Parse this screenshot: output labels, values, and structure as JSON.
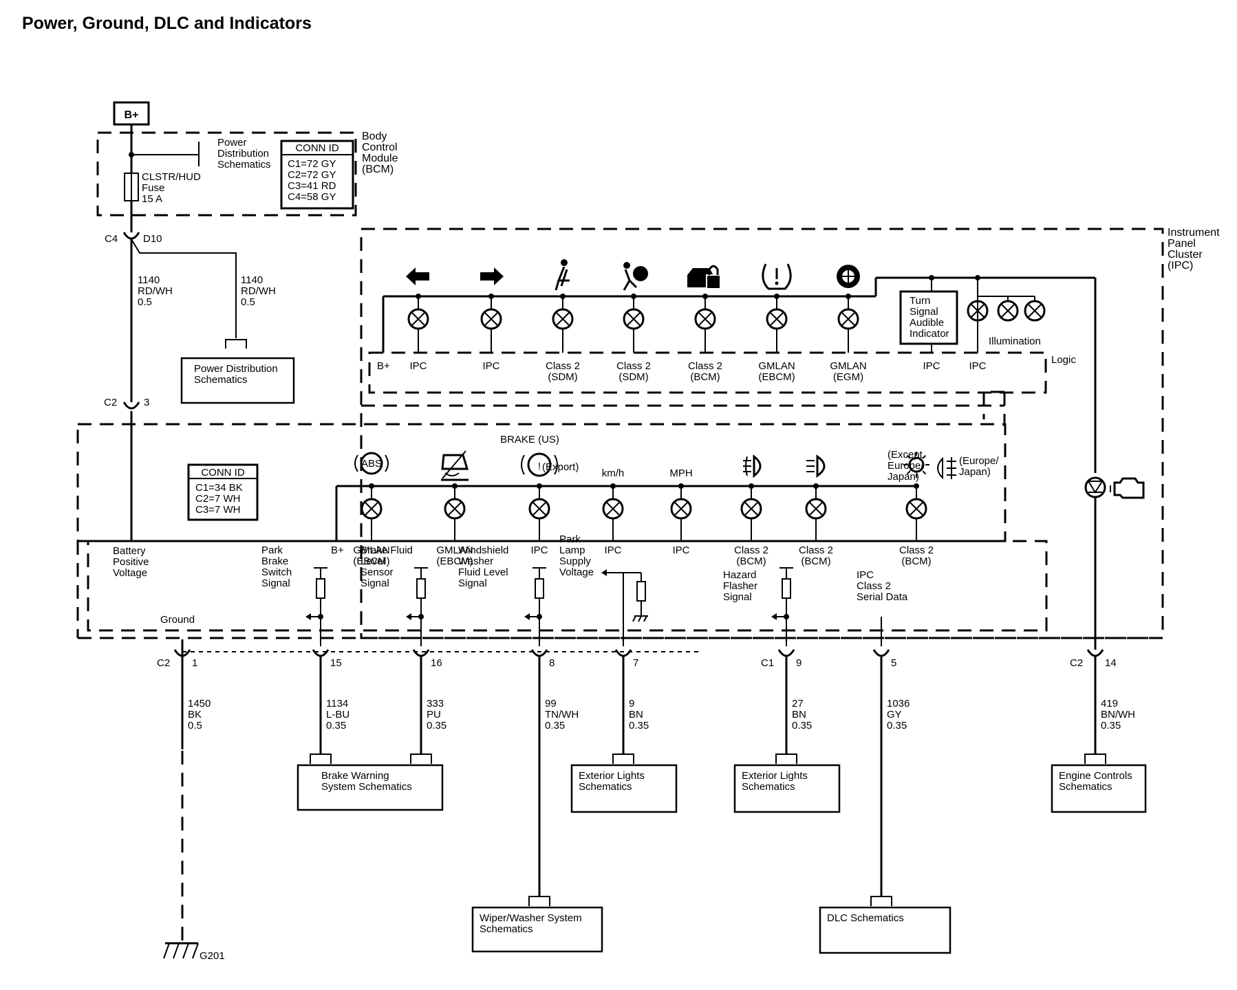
{
  "title": "Power, Ground, DLC and Indicators",
  "supply": {
    "label": "B+"
  },
  "bcm": {
    "name": "Body Control Module (BCM)",
    "name_lines": [
      "Body",
      "Control",
      "Module",
      "(BCM)"
    ],
    "power_dist_ref_lines": [
      "Power",
      "Distribution",
      "Schematics"
    ],
    "fuse_lines": [
      "CLSTR/HUD",
      "Fuse",
      "15 A"
    ],
    "conn_id": {
      "header": "CONN ID",
      "entries": [
        "C1=72 GY",
        "C2=72 GY",
        "C3=41 RD",
        "C4=58 GY"
      ]
    },
    "connector": "C4",
    "pin": "D10"
  },
  "fuse_outputs": [
    {
      "lines": [
        "1140",
        "RD/WH",
        "0.5"
      ]
    },
    {
      "lines": [
        "1140",
        "RD/WH",
        "0.5"
      ]
    }
  ],
  "power_dist_box_lines": [
    "Power Distribution",
    "Schematics"
  ],
  "ipc": {
    "name": "Instrument Panel Cluster (IPC)",
    "name_lines": [
      "Instrument",
      "Panel",
      "Cluster",
      "(IPC)"
    ],
    "logic_label": "Logic",
    "illumination_label": "Illumination",
    "turn_signal_lines": [
      "Turn",
      "Signal",
      "Audible",
      "Indicator"
    ],
    "top_row": {
      "bplus": "B+",
      "indicators": [
        {
          "icon": "left-turn-arrow-icon",
          "lines": [
            "IPC"
          ]
        },
        {
          "icon": "right-turn-arrow-icon",
          "lines": [
            "IPC"
          ]
        },
        {
          "icon": "seat-belt-icon",
          "lines": [
            "Class 2",
            "(SDM)"
          ]
        },
        {
          "icon": "airbag-icon",
          "lines": [
            "Class 2",
            "(SDM)"
          ]
        },
        {
          "icon": "security-lock-car-icon",
          "lines": [
            "Class 2",
            "(BCM)"
          ]
        },
        {
          "icon": "tire-pressure-icon",
          "lines": [
            "GMLAN",
            "(EBCM)"
          ]
        },
        {
          "icon": "oil-pressure-gear-icon",
          "lines": [
            "GMLAN",
            "(EGM)"
          ]
        }
      ],
      "extra_labels": [
        "IPC",
        "IPC"
      ]
    },
    "conn_id": {
      "header": "CONN ID",
      "entries": [
        "C1=34 BK",
        "C2=7 WH",
        "C3=7 WH"
      ]
    },
    "brake_us_label": "BRAKE  (US)",
    "export_label": "(Export)",
    "except_lines": [
      "(Except",
      "Europe/",
      "Japan)"
    ],
    "europe_lines": [
      "(Europe/",
      "Japan)"
    ],
    "battery_lines": [
      "Battery",
      "Positive",
      "Voltage"
    ],
    "ground_label": "Ground",
    "bottom_row": {
      "bplus": "B+",
      "indicators": [
        {
          "icon": "abs-icon",
          "symbol": "ABS",
          "lines": [
            "GMLAN",
            "(EBCM)"
          ]
        },
        {
          "icon": "traction-control-off-icon",
          "lines": [
            "GMLAN",
            "(EBCM)"
          ]
        },
        {
          "icon": "brake-warning-icon",
          "symbol": "!",
          "lines": [
            "IPC"
          ]
        },
        {
          "icon": "speed-units-icon",
          "symbol": "km/h",
          "lines": [
            "IPC"
          ]
        },
        {
          "icon": "speed-units-icon",
          "symbol": "MPH",
          "lines": [
            "IPC"
          ]
        },
        {
          "icon": "fog-lamp-icon",
          "lines": [
            "Class 2",
            "(BCM)"
          ]
        },
        {
          "icon": "low-beam-icon",
          "lines": [
            "Class 2",
            "(BCM)"
          ]
        },
        {
          "icon": "sun-icon",
          "lines": [
            "Class 2",
            "(BCM)"
          ]
        }
      ]
    },
    "inputs": [
      {
        "lines": [
          "Park",
          "Brake",
          "Switch",
          "Signal"
        ]
      },
      {
        "lines": [
          "Brake Fluid",
          "Level",
          "Sensor",
          "Signal"
        ]
      },
      {
        "lines": [
          "Windshield",
          "Washer",
          "Fluid Level",
          "Signal"
        ]
      },
      {
        "lines": [
          "Park",
          "Lamp",
          "Supply",
          "Voltage"
        ]
      },
      {
        "lines": [
          "Hazard",
          "Flasher",
          "Signal"
        ]
      },
      {
        "lines": [
          "IPC",
          "Class 2",
          "Serial Data"
        ]
      }
    ],
    "mil_icon": "check-engine-icon"
  },
  "connectors": {
    "bcm_c2": {
      "conn": "C2",
      "pin": "3"
    },
    "c2_1": {
      "conn": "C2",
      "pin": "1"
    },
    "pins": [
      "15",
      "16",
      "8",
      "7"
    ],
    "c1_9": {
      "conn": "C1",
      "pin": "9"
    },
    "pin_5": "5",
    "c2_14": {
      "conn": "C2",
      "pin": "14"
    }
  },
  "wires": [
    {
      "lines": [
        "1450",
        "BK",
        "0.5"
      ]
    },
    {
      "lines": [
        "1134",
        "L-BU",
        "0.35"
      ]
    },
    {
      "lines": [
        "333",
        "PU",
        "0.35"
      ]
    },
    {
      "lines": [
        "99",
        "TN/WH",
        "0.35"
      ]
    },
    {
      "lines": [
        "9",
        "BN",
        "0.35"
      ]
    },
    {
      "lines": [
        "27",
        "BN",
        "0.35"
      ]
    },
    {
      "lines": [
        "1036",
        "GY",
        "0.35"
      ]
    },
    {
      "lines": [
        "419",
        "BN/WH",
        "0.35"
      ]
    }
  ],
  "ref_boxes": [
    {
      "lines": [
        "Brake Warning",
        "System Schematics"
      ]
    },
    {
      "lines": [
        "Exterior Lights",
        "Schematics"
      ]
    },
    {
      "lines": [
        "Exterior Lights",
        "Schematics"
      ]
    },
    {
      "lines": [
        "Engine Controls",
        "Schematics"
      ]
    },
    {
      "lines": [
        "Wiper/Washer System",
        "Schematics"
      ]
    },
    {
      "lines": [
        "DLC Schematics"
      ]
    }
  ],
  "ground": {
    "label": "G201"
  }
}
